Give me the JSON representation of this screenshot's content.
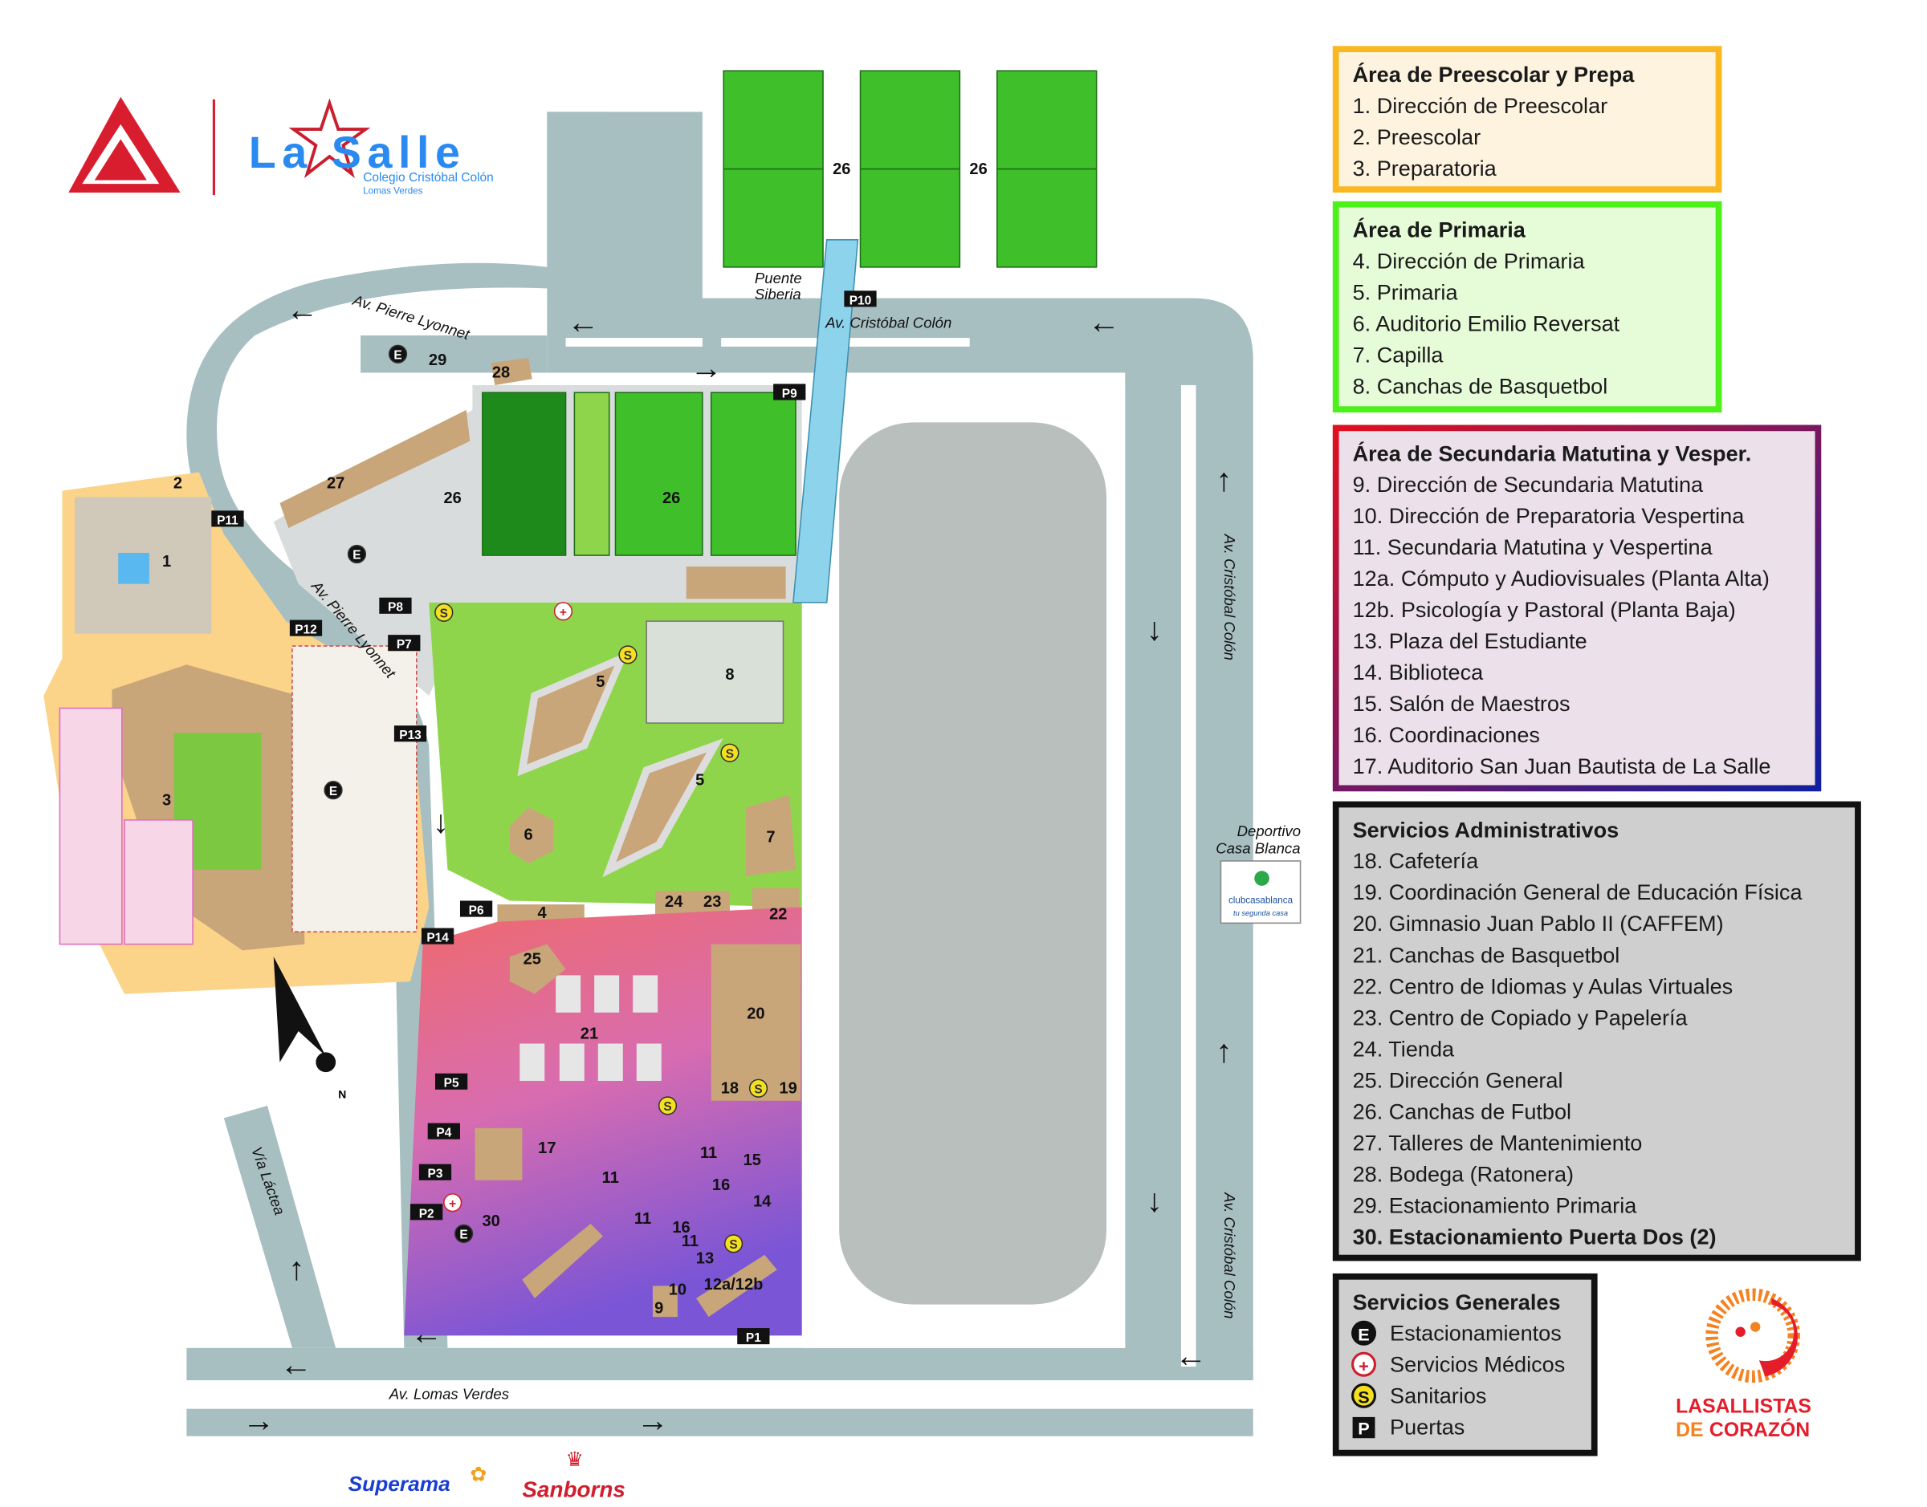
{
  "logos": {
    "lasalle_main": "La Salle",
    "lasalle_sub1": "Colegio Cristóbal Colón",
    "lasalle_sub2": "Lomas Verdes",
    "lasallistas_line1": "LASALLISTAS",
    "lasallistas_de": "DE",
    "lasallistas_line2": "CORAZÓN",
    "superama": "Superama",
    "sanborns": "Sanborns",
    "club": "clubcasablanca",
    "club_tagline": "tu segunda casa"
  },
  "roads": {
    "pierre_top": "Av. Pierre Lyonnet",
    "pierre_mid": "Av. Pierre Lyonnet",
    "colon_top": "Av. Cristóbal Colón",
    "colon_right_top": "Av. Cristóbal Colón",
    "colon_right_bottom": "Av. Cristóbal Colón",
    "lomas_verdes": "Av. Lomas Verdes",
    "via_lactea": "Vía Láctea",
    "puente": "Puente",
    "siberia": "Siberia",
    "deportivo1": "Deportivo",
    "deportivo2": "Casa Blanca",
    "north": "N"
  },
  "map_labels": [
    "26",
    "26",
    "26",
    "26",
    "29",
    "28",
    "27",
    "2",
    "1",
    "3",
    "5",
    "5",
    "8",
    "6",
    "7",
    "4",
    "24",
    "23",
    "22",
    "25",
    "21",
    "20",
    "18",
    "19",
    "17",
    "11",
    "11",
    "11",
    "11",
    "15",
    "16",
    "16",
    "14",
    "13",
    "12a/12b",
    "10",
    "9",
    "30"
  ],
  "gates": [
    "P1",
    "P2",
    "P3",
    "P4",
    "P5",
    "P6",
    "P7",
    "P8",
    "P9",
    "P10",
    "P11",
    "P12",
    "P13",
    "P14"
  ],
  "legend": [
    {
      "title": "Área de Preescolar y Prepa",
      "color": "#f9b820",
      "bg": "#fdf3df",
      "items": [
        "1. Dirección de Preescolar",
        "2. Preescolar",
        "3. Preparatoria"
      ]
    },
    {
      "title": "Área de Primaria",
      "color": "#4cf01a",
      "bg": "#e6fbd8",
      "items": [
        "4. Dirección de Primaria",
        "5. Primaria",
        "6. Auditorio Emilio Reversat",
        "7. Capilla",
        "8. Canchas de Basquetbol"
      ]
    },
    {
      "title": "Área de Secundaria Matutina y Vesper.",
      "color": "#d4102a",
      "bg": "#ece0ea",
      "items": [
        "9. Dirección de Secundaria Matutina",
        "10. Dirección de Preparatoria Vespertina",
        "11. Secundaria Matutina y Vespertina",
        "12a. Cómputo y Audiovisuales (Planta Alta)",
        "12b. Psicología y Pastoral (Planta Baja)",
        "13. Plaza del Estudiante",
        "14. Biblioteca",
        "15. Salón de Maestros",
        "16. Coordinaciones",
        "17. Auditorio San Juan Bautista de La Salle"
      ]
    },
    {
      "title": "Servicios Administrativos",
      "color": "#111111",
      "bg": "#cfcfcf",
      "items": [
        "18. Cafetería",
        "19. Coordinación General de Educación Física",
        "20. Gimnasio Juan Pablo II (CAFFEM)",
        "21. Canchas de Basquetbol",
        "22. Centro de Idiomas y Aulas Virtuales",
        "23. Centro de Copiado y Papelería",
        "24. Tienda",
        "25. Dirección General",
        "26. Canchas de Futbol",
        "27. Talleres de Mantenimiento",
        "28. Bodega (Ratonera)",
        "29. Estacionamiento Primaria",
        "30. Estacionamiento Puerta Dos (2)"
      ]
    },
    {
      "title": "Servicios Generales",
      "color": "#111111",
      "bg": "#cfcfcf",
      "items": [
        "Estacionamientos",
        "Servicios Médicos",
        "Sanitarios",
        "Puertas"
      ],
      "icons": [
        "E",
        "+",
        "S",
        "P"
      ]
    }
  ],
  "colors": {
    "road": "#a8bfc2",
    "field": "#3fbf2a",
    "building": "#c9a57a",
    "primaria": "#8fd54c",
    "preescolar": "#fbd48a",
    "track": "#b8bfbd"
  }
}
